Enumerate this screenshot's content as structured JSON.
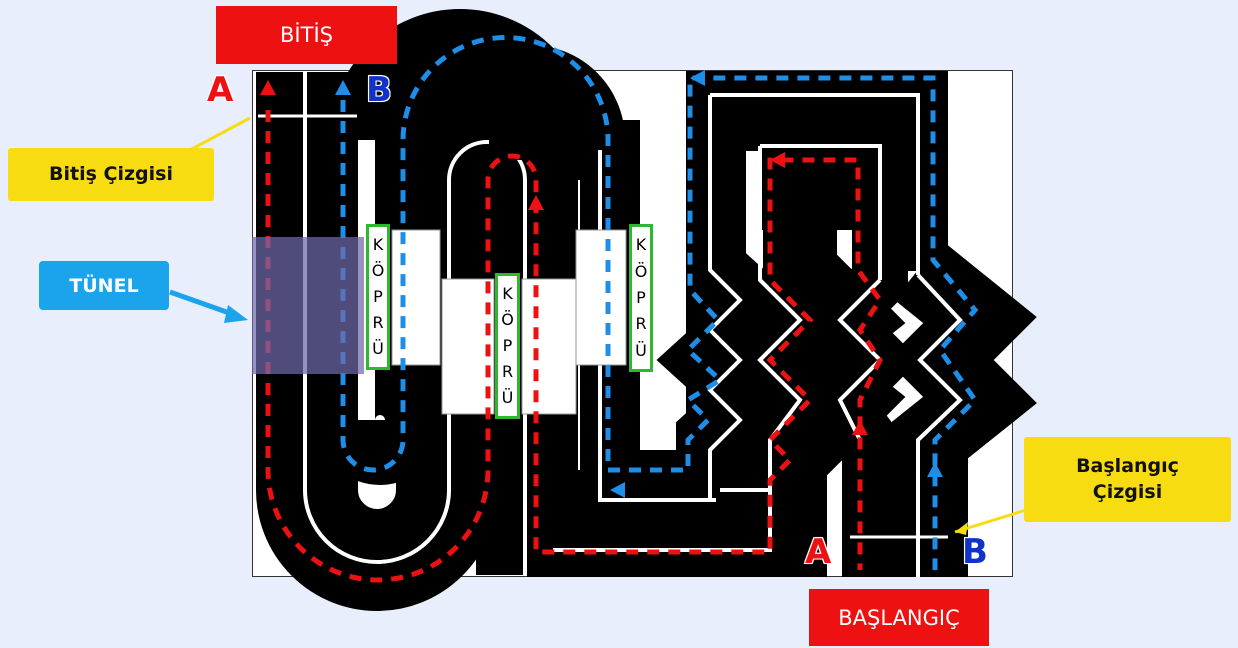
{
  "labels": {
    "finish": "BİTİŞ",
    "start": "BAŞLANGIÇ",
    "finish_line": "Bitiş Çizgisi",
    "start_line_1": "Başlangıç",
    "start_line_2": "Çizgisi",
    "tunnel": "TÜNEL"
  },
  "lanes": {
    "a": "A",
    "b": "B"
  },
  "bridges": [
    {
      "letters": [
        "K",
        "Ö",
        "P",
        "R",
        "Ü"
      ]
    },
    {
      "letters": [
        "K",
        "Ö",
        "P",
        "R",
        "Ü"
      ]
    },
    {
      "letters": [
        "K",
        "Ö",
        "P",
        "R",
        "Ü"
      ]
    }
  ],
  "colors": {
    "track": "#000000",
    "lane_a": "#ee1111",
    "lane_b": "#1e8ee8",
    "label_red": "#ee1111",
    "label_yellow": "#f7dc12",
    "label_blue": "#1ba3ec",
    "bridge_border": "#2fb72f"
  }
}
